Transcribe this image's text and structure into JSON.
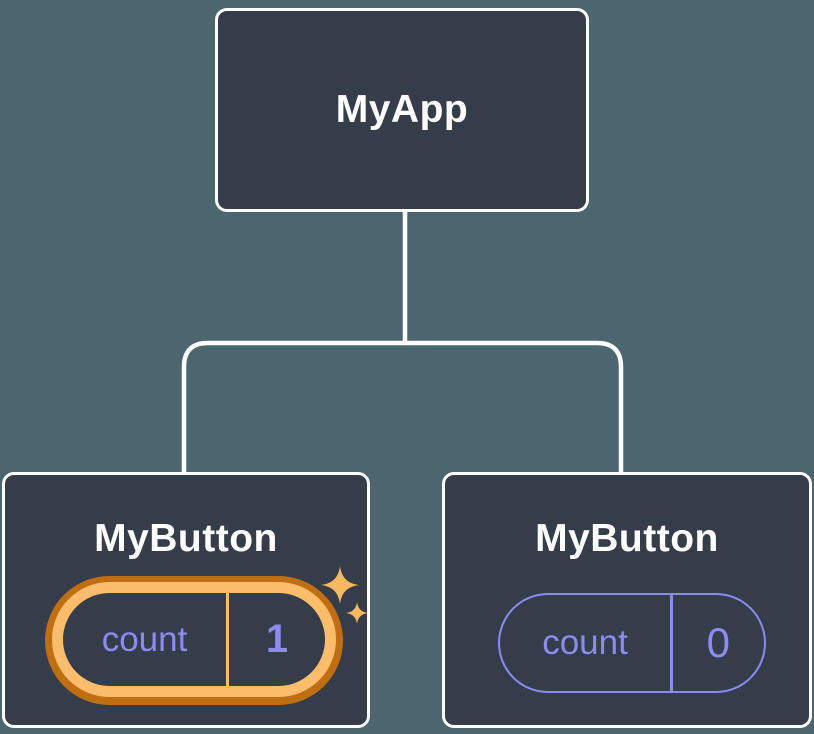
{
  "diagram": {
    "description": "React component tree showing isolated state",
    "root": {
      "label": "MyApp"
    },
    "children": [
      {
        "label": "MyButton",
        "state_key": "count",
        "state_value": "1",
        "highlighted": true,
        "icon": "sparkles-icon"
      },
      {
        "label": "MyButton",
        "state_key": "count",
        "state_value": "0",
        "highlighted": false
      }
    ],
    "colors": {
      "background": "#4C6670",
      "node_fill": "#353C4A",
      "node_border": "#FFFFFF",
      "connector": "#FFFFFF",
      "label_text": "#FFFFFF",
      "state_purple": "#8B8BF0",
      "highlight_gold": "#FBBD6B",
      "highlight_orange": "#C06E12",
      "sparkle_gold": "#F7B85F"
    }
  }
}
